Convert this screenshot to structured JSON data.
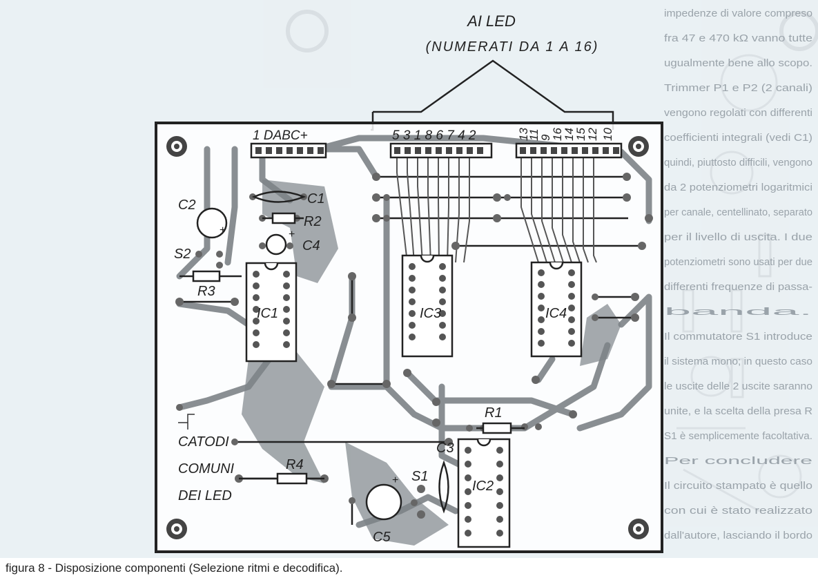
{
  "figure": {
    "caption": "figura 8 - Disposizione componenti (Selezione ritmi e decodifica).",
    "header_line1": "AI LED",
    "header_line2": "(NUMERATI DA 1 A 16)",
    "note_lines": [
      "CATODI",
      "COMUNI",
      "DEI LED"
    ],
    "connectors": {
      "left": "1 DABC+",
      "middle": "5 3 1 8 6 7 4 2",
      "right": [
        "13",
        "11",
        "9",
        "16",
        "14",
        "15",
        "12",
        "10"
      ]
    },
    "components": {
      "c1": "C1",
      "c2": "C2",
      "c3": "C3",
      "c4": "C4",
      "c5": "C5",
      "r1": "R1",
      "r2": "R2",
      "r3": "R3",
      "r4": "R4",
      "s1": "S1",
      "s2": "S2",
      "ic1": "IC1",
      "ic2": "IC2",
      "ic3": "IC3",
      "ic4": "IC4"
    },
    "plus_sign": "+"
  },
  "background_text": {
    "lines": [
      "impedenze di valore compreso",
      "fra 47 e 470 kΩ vanno tutte",
      "ugualmente bene allo scopo.",
      "Trimmer P1 e P2 (2 canali)",
      "vengono regolati con differenti",
      "coefficienti integrali (vedi C1)",
      "quindi, piuttosto difficili, vengono",
      "da 2 potenziometri logaritmici",
      "per canale, centellinato, separato",
      "per il livello di uscita. I due",
      "potenziometri sono usati per due",
      "differenti frequenze di passa-",
      "banda.",
      "Il commutatore S1 introduce",
      "il sistema mono; in questo caso",
      "le uscite delle 2 uscite saranno",
      "unite, e la scelta della presa R",
      "S1 è semplicemente facoltativa.",
      "Per concludere",
      "Il circuito stampato è quello",
      "con cui è stato realizzato",
      "dall'autore, lasciando il bordo"
    ]
  }
}
